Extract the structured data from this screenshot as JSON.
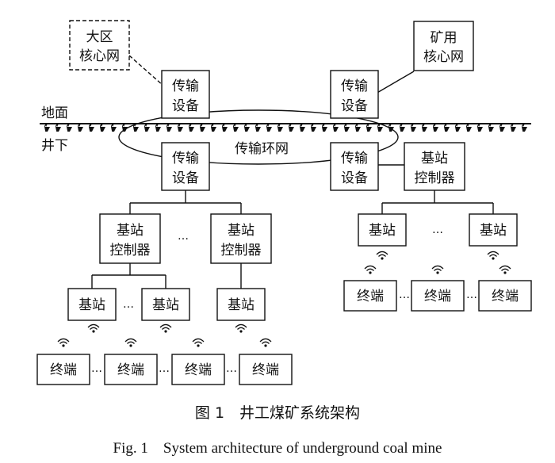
{
  "labels": {
    "ground": "地面",
    "underground": "井下",
    "ring": "传输环网",
    "regional_core": [
      "大区",
      "核心网"
    ],
    "mine_core": [
      "矿用",
      "核心网"
    ],
    "transmission": [
      "传输",
      "设备"
    ],
    "bs_controller": [
      "基站",
      "控制器"
    ],
    "base_station": "基站",
    "terminal": "终端",
    "ellipsis": "…"
  },
  "caption": {
    "cn": "图 1　井工煤矿系统架构",
    "en": "Fig. 1　System architecture of underground coal mine"
  }
}
